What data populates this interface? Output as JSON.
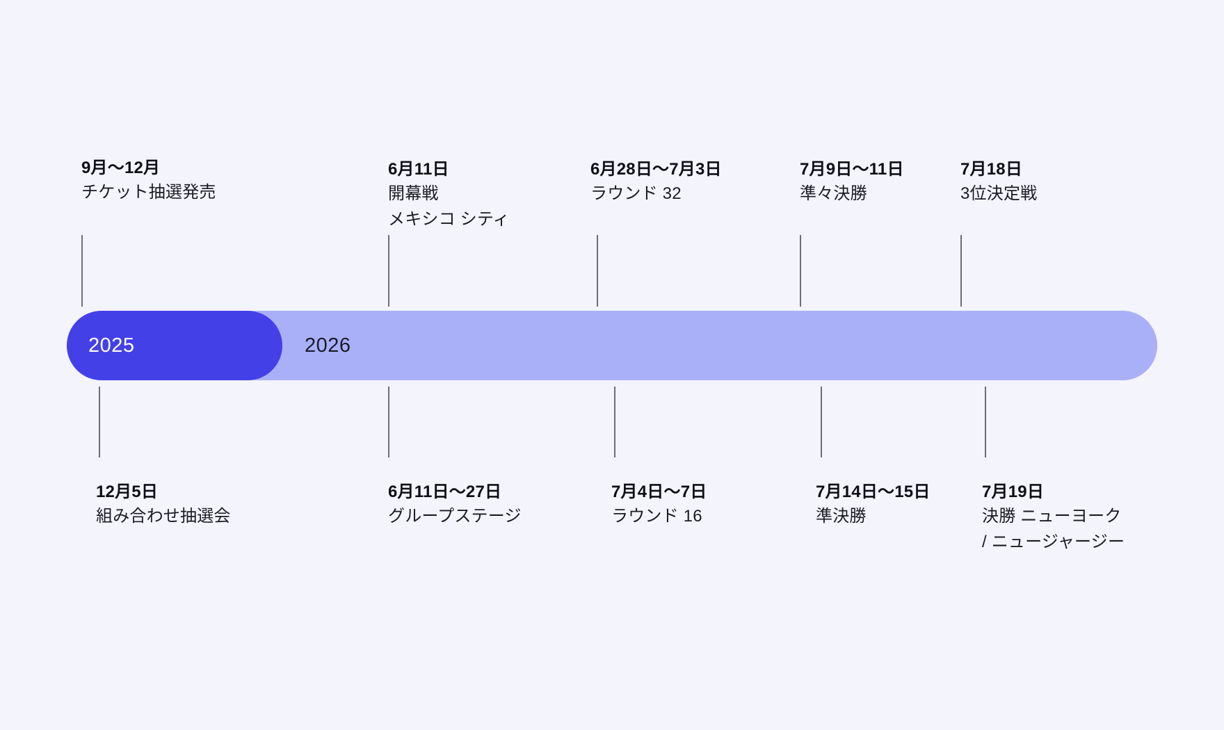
{
  "bar": {
    "segments": [
      {
        "year": "2025",
        "fill": "#4440e8",
        "text_color": "#ffffff"
      },
      {
        "year": "2026",
        "fill": "#aab0f7",
        "text_color": "#1a1b2b"
      }
    ]
  },
  "background_color": "#f4f4fd",
  "tick_color": "#6d6d79",
  "milestones_above": [
    {
      "date": "9月～12月",
      "lines": [
        "チケット抽選発売"
      ]
    },
    {
      "date": "6月11日",
      "lines": [
        "開幕戦",
        "メキシコ シティ"
      ]
    },
    {
      "date": "6月28日～7月3日",
      "lines": [
        "ラウンド 32"
      ]
    },
    {
      "date": "7月9日～11日",
      "lines": [
        "準々決勝"
      ]
    },
    {
      "date": "7月18日",
      "lines": [
        "3位決定戦"
      ]
    }
  ],
  "milestones_below": [
    {
      "date": "12月5日",
      "lines": [
        "組み合わせ抽選会"
      ]
    },
    {
      "date": "6月11日～27日",
      "lines": [
        "グループステージ"
      ]
    },
    {
      "date": "7月4日～7日",
      "lines": [
        "ラウンド 16"
      ]
    },
    {
      "date": "7月14日～15日",
      "lines": [
        "準決勝"
      ]
    },
    {
      "date": "7月19日",
      "lines": [
        "決勝 ニューヨーク",
        "/ ニュージャージー"
      ]
    }
  ]
}
